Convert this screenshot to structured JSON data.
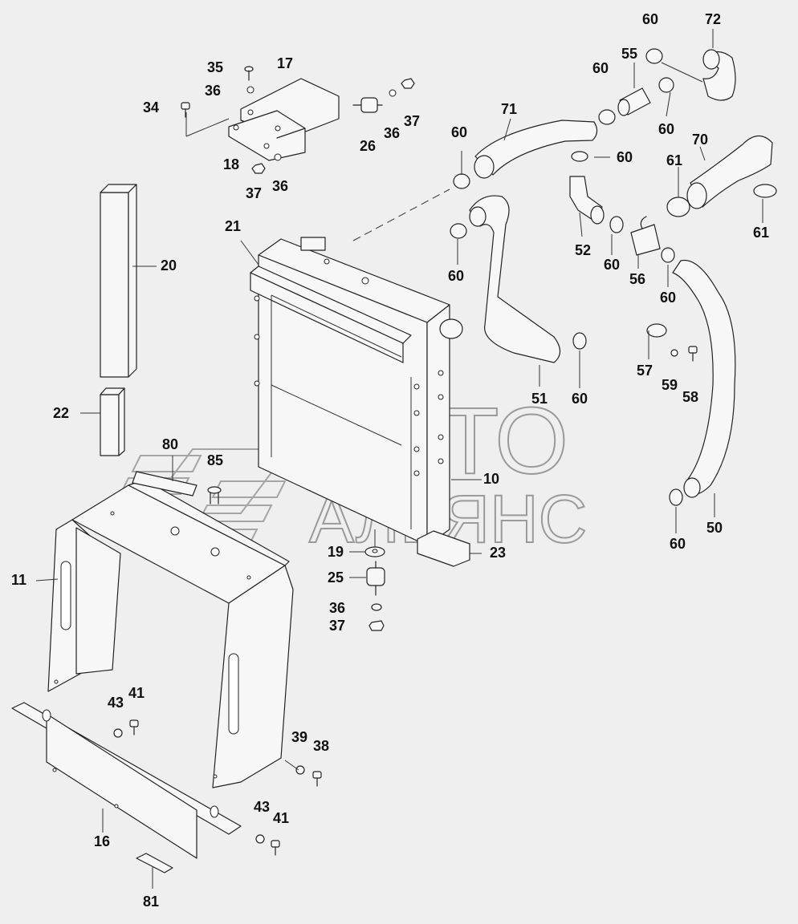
{
  "watermark": {
    "line1": "АВТО",
    "line2": "АЛЬЯНС"
  },
  "labels": [
    {
      "id": "l35",
      "text": "35"
    },
    {
      "id": "l17",
      "text": "17"
    },
    {
      "id": "l36a",
      "text": "36"
    },
    {
      "id": "l34",
      "text": "34"
    },
    {
      "id": "l18",
      "text": "18"
    },
    {
      "id": "l37a",
      "text": "37"
    },
    {
      "id": "l36b",
      "text": "36"
    },
    {
      "id": "l26",
      "text": "26"
    },
    {
      "id": "l36c",
      "text": "36"
    },
    {
      "id": "l37b",
      "text": "37"
    },
    {
      "id": "l60a",
      "text": "60"
    },
    {
      "id": "l72",
      "text": "72"
    },
    {
      "id": "l55",
      "text": "55"
    },
    {
      "id": "l60b",
      "text": "60"
    },
    {
      "id": "l60c",
      "text": "60"
    },
    {
      "id": "l71",
      "text": "71"
    },
    {
      "id": "l60d",
      "text": "60"
    },
    {
      "id": "l60e",
      "text": "60"
    },
    {
      "id": "l70",
      "text": "70"
    },
    {
      "id": "l61a",
      "text": "61"
    },
    {
      "id": "l61b",
      "text": "61"
    },
    {
      "id": "l52",
      "text": "52"
    },
    {
      "id": "l60f",
      "text": "60"
    },
    {
      "id": "l56",
      "text": "56"
    },
    {
      "id": "l60g",
      "text": "60"
    },
    {
      "id": "l60h",
      "text": "60"
    },
    {
      "id": "l21",
      "text": "21"
    },
    {
      "id": "l20",
      "text": "20"
    },
    {
      "id": "l57",
      "text": "57"
    },
    {
      "id": "l59",
      "text": "59"
    },
    {
      "id": "l58",
      "text": "58"
    },
    {
      "id": "l51",
      "text": "51"
    },
    {
      "id": "l60i",
      "text": "60"
    },
    {
      "id": "l22",
      "text": "22"
    },
    {
      "id": "l80",
      "text": "80"
    },
    {
      "id": "l85",
      "text": "85"
    },
    {
      "id": "l10",
      "text": "10"
    },
    {
      "id": "l19",
      "text": "19"
    },
    {
      "id": "l23",
      "text": "23"
    },
    {
      "id": "l11",
      "text": "11"
    },
    {
      "id": "l25",
      "text": "25"
    },
    {
      "id": "l60j",
      "text": "60"
    },
    {
      "id": "l50",
      "text": "50"
    },
    {
      "id": "l36d",
      "text": "36"
    },
    {
      "id": "l37c",
      "text": "37"
    },
    {
      "id": "l43a",
      "text": "43"
    },
    {
      "id": "l41a",
      "text": "41"
    },
    {
      "id": "l39",
      "text": "39"
    },
    {
      "id": "l38",
      "text": "38"
    },
    {
      "id": "l43b",
      "text": "43"
    },
    {
      "id": "l41b",
      "text": "41"
    },
    {
      "id": "l16",
      "text": "16"
    },
    {
      "id": "l81",
      "text": "81"
    }
  ]
}
